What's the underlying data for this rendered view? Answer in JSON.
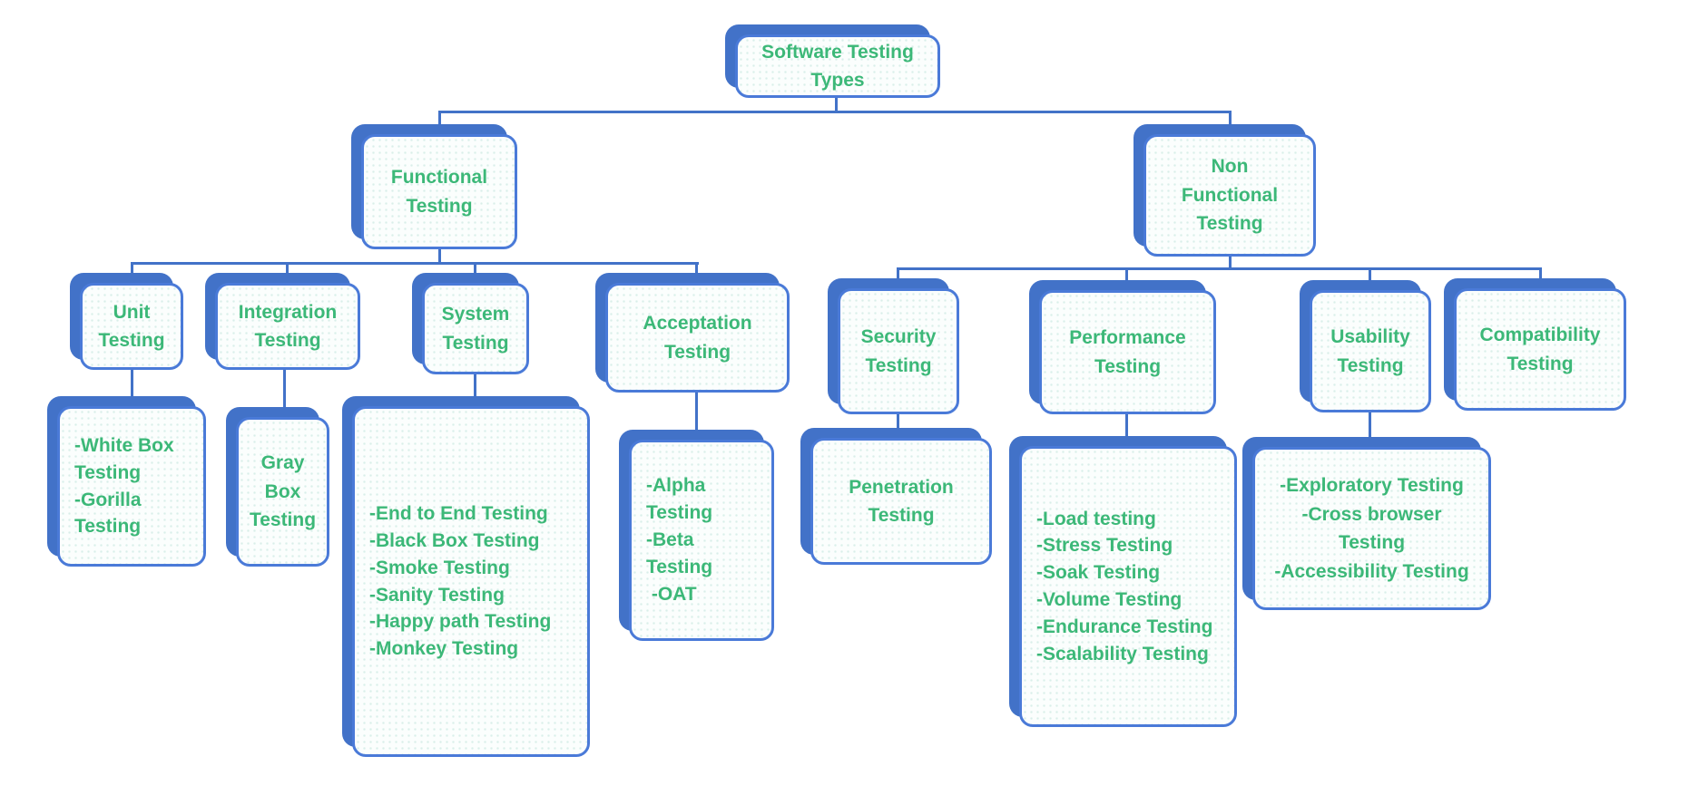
{
  "diagram_title": "Software Testing Types",
  "colors": {
    "box_border": "#4a7ad8",
    "box_shadow": "#4272c8",
    "connector": "#4272c8",
    "text_green": "#3cb878",
    "box_fill": "#fbfefd",
    "page_background": "#ffffff"
  },
  "nodes": {
    "root": {
      "label": "Software Testing\nTypes"
    },
    "functional": {
      "label": "Functional\nTesting"
    },
    "nonfunctional": {
      "label": "Non\nFunctional\nTesting"
    },
    "unit": {
      "label": "Unit\nTesting"
    },
    "integration": {
      "label": "Integration\nTesting"
    },
    "system": {
      "label": "System\nTesting"
    },
    "acceptation": {
      "label": "Acceptation\nTesting"
    },
    "security": {
      "label": "Security\nTesting"
    },
    "performance": {
      "label": "Performance\nTesting"
    },
    "usability": {
      "label": "Usability\nTesting"
    },
    "compatibility": {
      "label": "Compatibility\nTesting"
    },
    "unit_items": {
      "label": "-White Box\nTesting\n-Gorilla\nTesting"
    },
    "integration_items": {
      "label": "Gray\nBox\nTesting"
    },
    "system_items": {
      "label": "-End to End Testing\n-Black Box Testing\n-Smoke Testing\n-Sanity Testing\n-Happy path Testing\n-Monkey Testing"
    },
    "acceptation_items": {
      "label": "-Alpha\nTesting\n-Beta\nTesting\n -OAT"
    },
    "security_items": {
      "label": "Penetration\nTesting"
    },
    "performance_items": {
      "label": "-Load testing\n-Stress Testing\n-Soak Testing\n-Volume Testing\n-Endurance Testing\n-Scalability Testing"
    },
    "usability_items": {
      "label": "-Exploratory Testing\n-Cross browser\nTesting\n-Accessibility Testing"
    }
  },
  "hierarchy": {
    "Software Testing Types": {
      "Functional Testing": {
        "Unit Testing": [
          "White Box Testing",
          "Gorilla Testing"
        ],
        "Integration Testing": [
          "Gray Box Testing"
        ],
        "System Testing": [
          "End to End Testing",
          "Black Box Testing",
          "Smoke Testing",
          "Sanity Testing",
          "Happy path Testing",
          "Monkey Testing"
        ],
        "Acceptation Testing": [
          "Alpha Testing",
          "Beta Testing",
          "OAT"
        ]
      },
      "Non Functional Testing": {
        "Security Testing": [
          "Penetration Testing"
        ],
        "Performance Testing": [
          "Load testing",
          "Stress Testing",
          "Soak Testing",
          "Volume Testing",
          "Endurance Testing",
          "Scalability Testing"
        ],
        "Usability Testing": [
          "Exploratory Testing",
          "Cross browser Testing",
          "Accessibility Testing"
        ],
        "Compatibility Testing": []
      }
    }
  }
}
